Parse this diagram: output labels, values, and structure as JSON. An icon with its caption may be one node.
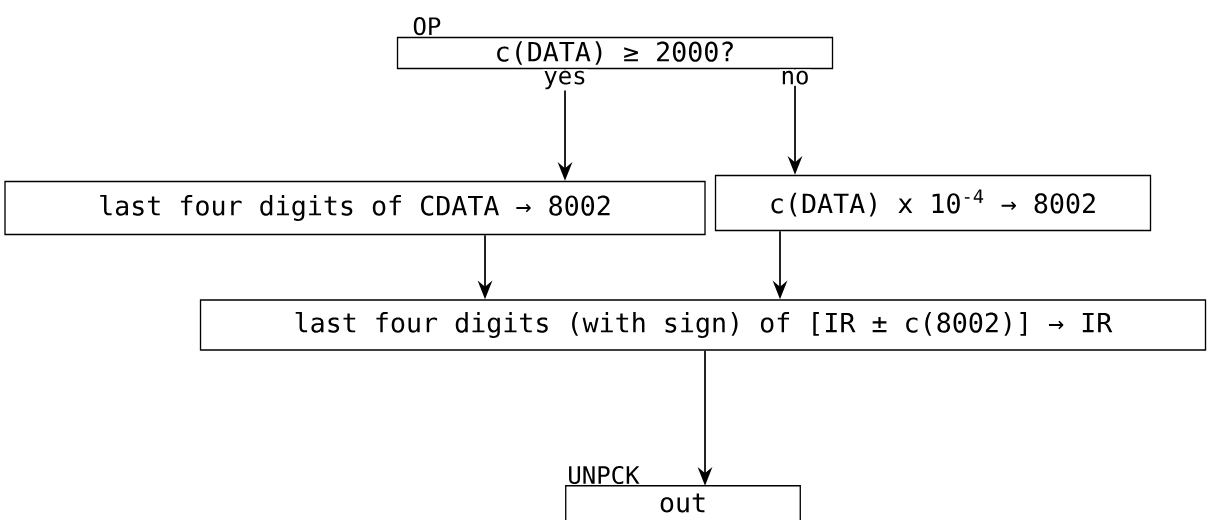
{
  "diagram": {
    "nodes": [
      {
        "text": [
          "OP",
          "c(DATA) ≥ 2000?"
        ]
      },
      {
        "text": [
          "last four digits of CDATA → 8002"
        ]
      },
      {
        "text": [
          "c(DATA) x 10$^{-4}$ → 8002"
        ]
      },
      {
        "text": [
          "last four digits (with sign) of [IR ± c(8002)] → IR"
        ]
      },
      {
        "text": [
          "UNPCK",
          "out"
        ]
      }
    ],
    "edges": [
      {
        "from": 0,
        "to": 1,
        "arrow": "to",
        "label": "yes"
      },
      {
        "from": 0,
        "to": 2,
        "arrow": "to",
        "label": "no"
      },
      {
        "from": 1,
        "to": 3,
        "arrow": "to"
      },
      {
        "from": 2,
        "to": 3,
        "arrow": "to"
      },
      {
        "from": 3,
        "to": 4,
        "arrow": "to"
      }
    ]
  }
}
